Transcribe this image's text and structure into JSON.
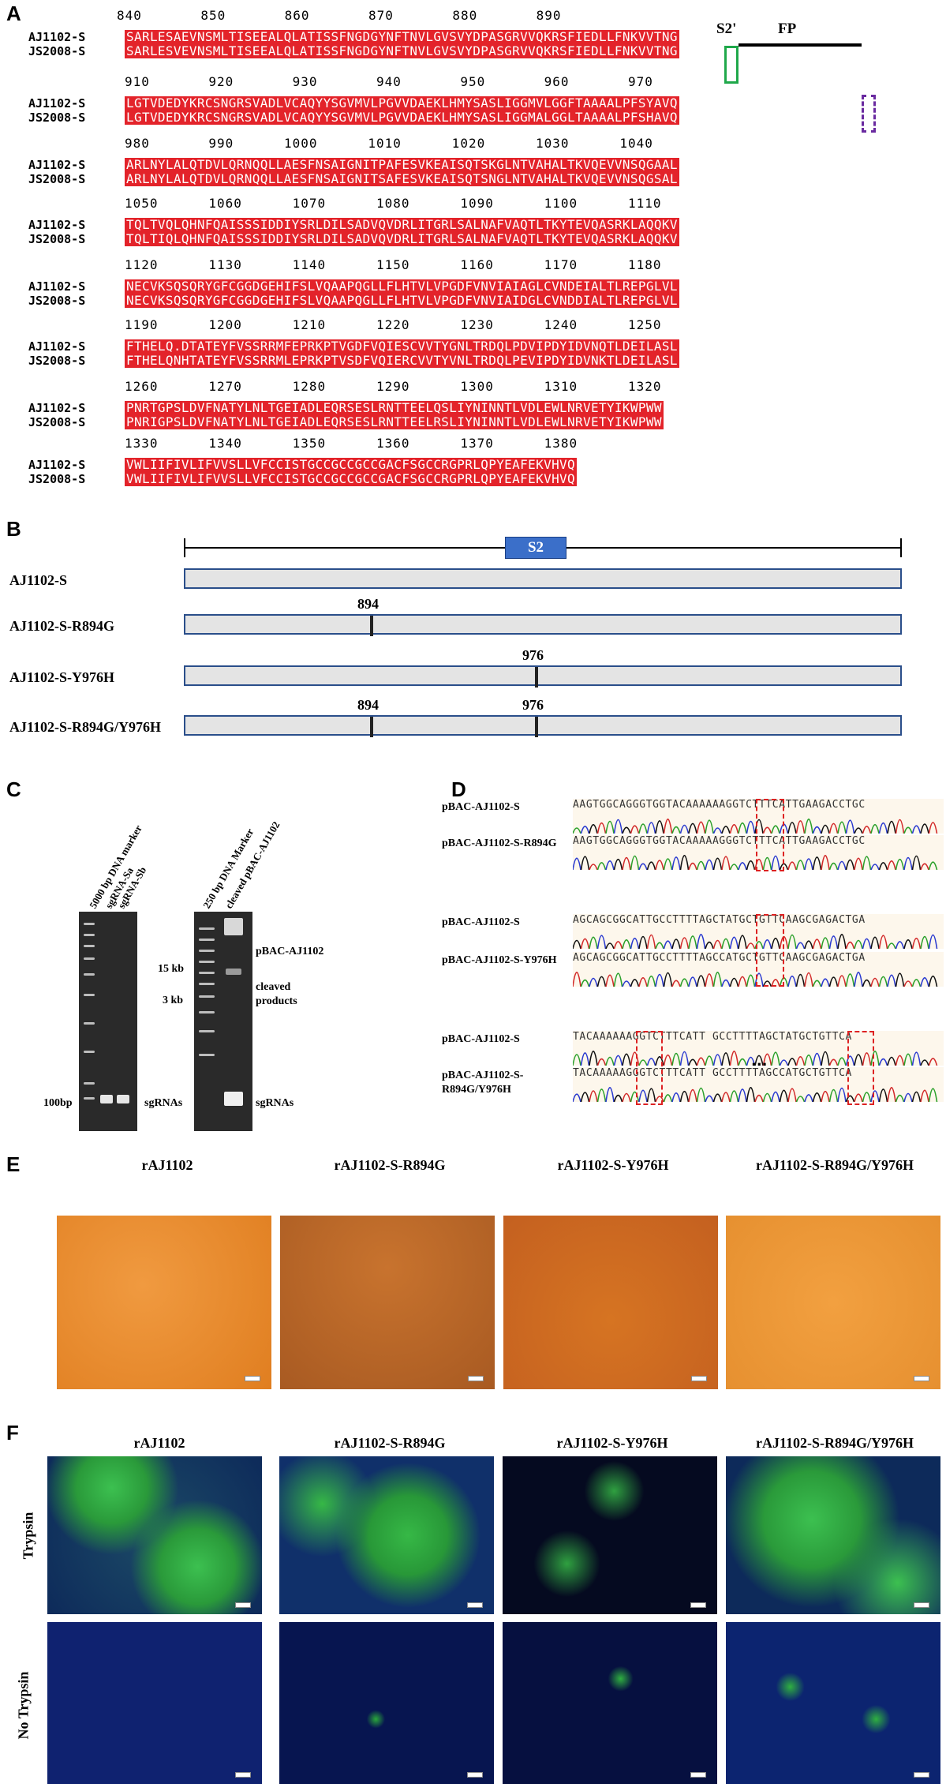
{
  "panels": {
    "a": "A",
    "b": "B",
    "c": "C",
    "d": "D",
    "e": "E",
    "f": "F"
  },
  "alignment": {
    "s2prime_label": "S2'",
    "fp_label": "FP",
    "blocks": [
      {
        "numbers": "840       850       860       870       880       890",
        "seq1": "SARLESAEVNSMLTISEEALQLATISSFNGDGYNFTNVLGVSVYDPASGRVVQKRSFIEDLLFNKVVTNG",
        "seq2": "SARLESVEVNSMLTISEEALQLATISSFNGDGYNFTNVLGVSVYDPASGRVVQKRSFIEDLLFNKVVTNG"
      },
      {
        "numbers": "910       920       930       940       950       960       970",
        "seq1": "LGTVDEDYKRCSNGRSVADLVCAQYYSGVMVLPGVVDAEKLHMYSASLIGGMVLGGFTAAAALPFSYAVQ",
        "seq2": "LGTVDEDYKRCSNGRSVADLVCAQYYSGVMVLPGVVDAEKLHMYSASLIGGMALGGLTAAAALPFSHAVQ"
      },
      {
        "numbers": "980       990      1000      1010      1020      1030      1040",
        "seq1": "ARLNYLALQTDVLQRNQQLLAESFNSAIGNITPAFESVKEAISQTSKGLNTVAHALTKVQEVVNSQGAAL",
        "seq2": "ARLNYLALQTDVLQRNQQLLAESFNSAIGNITSAFESVKEAISQTSNGLNTVAHALTKVQEVVNSQGSAL"
      },
      {
        "numbers": "1050      1060      1070      1080      1090      1100      1110",
        "seq1": "TQLTVQLQHNFQAISSSIDDIYSRLDILSADVQVDRLITGRLSALNAFVAQTLTKYTEVQASRKLAQQKV",
        "seq2": "TQLTIQLQHNFQAISSSIDDIYSRLDILSADVQVDRLITGRLSALNAFVAQTLTKYTEVQASRKLAQQKV"
      },
      {
        "numbers": "1120      1130      1140      1150      1160      1170      1180",
        "seq1": "NECVKSQSQRYGFCGGDGEHIFSLVQAAPQGLLFLHTVLVPGDFVNVIAIAGLCVNDEIALTLREPGLVL",
        "seq2": "NECVKSQSQRYGFCGGDGEHIFSLVQAAPQGLLFLHTVLVPGDFVNVIAIDGLCVNDDIALTLREPGLVL"
      },
      {
        "numbers": "1190      1200      1210      1220      1230      1240      1250",
        "seq1": "FTHELQ.DTATEYFVSSRRMFEPRKPTVGDFVQIESCVVTYGNLTRDQLPDVIPDYIDVNQTLDEILASL",
        "seq2": "FTHELQNHTATEYFVSSRRMLEPRKPTVSDFVQIERCVVTYVNLTRDQLPEVIPDYIDVNKTLDEILASL"
      },
      {
        "numbers": "1260      1270      1280      1290      1300      1310      1320",
        "seq1": "PNRTGPSLDVFNATYLNLTGEIADLEQRSESLRNTTEELQSLIYNINNTLVDLEWLNRVETYIKWPWW",
        "seq2": "PNRIGPSLDVFNATYLNLTGEIADLEQRSESLRNTTEELRSLIYNINNTLVDLEWLNRVETYIKWPWW"
      },
      {
        "numbers": "1330      1340      1350      1360      1370      1380",
        "seq1": "VWLIIFIVLIFVVSLLVFCCISTGCCGCCGCCGACFSGCCRGPRLQPYEAFEKVHVQ",
        "seq2": "VWLIIFIVLIFVVSLLVFCCISTGCCGCCGCCGACFSGCCRGPRLQPYEAFEKVHVQ"
      }
    ],
    "names": [
      "AJ1102-S",
      "JS2008-S"
    ]
  },
  "constructs": {
    "s2_label": "S2",
    "rows": [
      {
        "name": "AJ1102-S",
        "marks": []
      },
      {
        "name": "AJ1102-S-R894G",
        "marks": [
          "894"
        ]
      },
      {
        "name": "AJ1102-S-Y976H",
        "marks": [
          "976"
        ]
      },
      {
        "name": "AJ1102-S-R894G/Y976H",
        "marks": [
          "894",
          "976"
        ]
      }
    ]
  },
  "gel": {
    "left_lanes": [
      "5000 bp DNA marker",
      "sgRNA-Sa",
      "sgRNA-Sb"
    ],
    "right_lanes": [
      "250 bp DNA Marker",
      "cleaved pBAC-AJ1102"
    ],
    "left_marker": "100bp",
    "left_band_label": "sgRNAs",
    "right_markers": [
      "15 kb",
      "3 kb"
    ],
    "right_labels": [
      "pBAC-AJ1102",
      "cleaved products",
      "sgRNAs"
    ]
  },
  "chromatograms": [
    {
      "label": "pBAC-AJ1102-S",
      "seq": "AAGTGGCAGGGTGGTACAAAAAAGGTCTTTCATTGAAGACCTGC"
    },
    {
      "label": "pBAC-AJ1102-S-R894G",
      "seq": "AAGTGGCAGGGTGGTACAAAAAGGGTCTTTCATTGAAGACCTGC"
    },
    {
      "label": "pBAC-AJ1102-S",
      "seq": "AGCAGCGGCATTGCCTTTTAGCTATGCTGTTCAAGCGAGACTGA"
    },
    {
      "label": "pBAC-AJ1102-S-Y976H",
      "seq": "AGCAGCGGCATTGCCTTTTAGCCATGCTGTTCAAGCGAGACTGA"
    },
    {
      "label": "pBAC-AJ1102-S",
      "seq": "TACAAAAAAGGTCTTTCATT      GCCTTTTAGCTATGCTGTTCA"
    },
    {
      "label": "pBAC-AJ1102-S-R894G/Y976H",
      "seq": "TACAAAAAGGGTCTTTCATT      GCCTTTTAGCCATGCTGTTCA"
    }
  ],
  "ellipsis": "...",
  "cpe_titles": [
    "rAJ1102",
    "rAJ1102-S-R894G",
    "rAJ1102-S-Y976H",
    "rAJ1102-S-R894G/Y976H"
  ],
  "ifa_titles": [
    "rAJ1102",
    "rAJ1102-S-R894G",
    "rAJ1102-S-Y976H",
    "rAJ1102-S-R894G/Y976H"
  ],
  "ifa_rows": [
    "Trypsin",
    "No Trypsin"
  ],
  "colors": {
    "alignment_red": "#e3232a",
    "construct_border": "#2a4e8a",
    "s2_box": "#3b6fc9",
    "s2prime_box": "#1fa84a",
    "highlight_purple": "#6a2aa0",
    "cpe_orange": "#e88a2a",
    "ifa_green": "#35c24a",
    "ifa_blue": "#1a2a9a"
  }
}
